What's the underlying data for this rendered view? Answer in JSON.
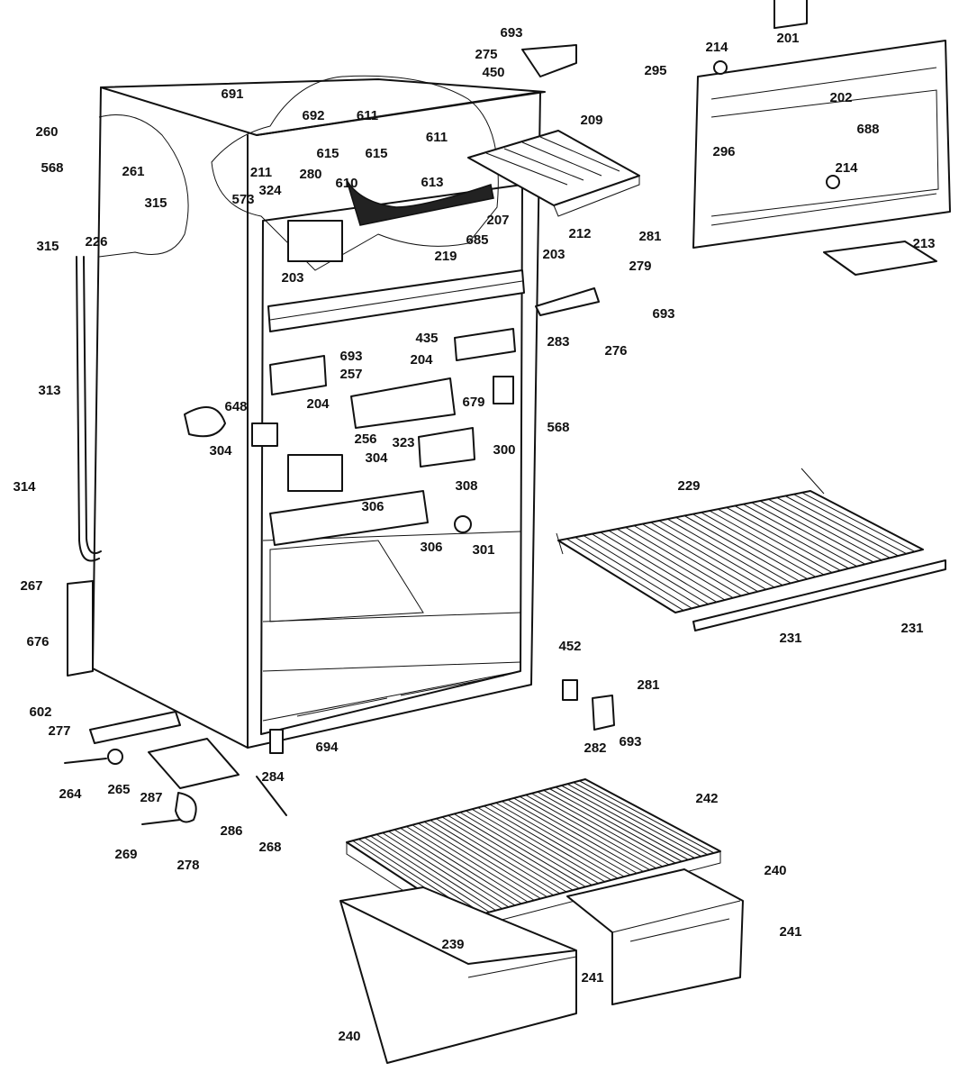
{
  "diagram_type": "exploded parts diagram",
  "labels": [
    "693",
    "275",
    "450",
    "295",
    "214",
    "201",
    "691",
    "692",
    "611",
    "611",
    "209",
    "202",
    "688",
    "296",
    "260",
    "568",
    "615",
    "615",
    "610",
    "613",
    "211",
    "280",
    "261",
    "315",
    "324",
    "573",
    "214",
    "207",
    "315",
    "226",
    "685",
    "212",
    "281",
    "213",
    "203",
    "219",
    "203",
    "279",
    "693",
    "283",
    "276",
    "693",
    "435",
    "204",
    "257",
    "204",
    "679",
    "313",
    "648",
    "568",
    "256",
    "323",
    "300",
    "304",
    "304",
    "308",
    "314",
    "306",
    "306",
    "301",
    "229",
    "267",
    "676",
    "452",
    "281",
    "231",
    "231",
    "602",
    "277",
    "694",
    "693",
    "282",
    "264",
    "265",
    "287",
    "242",
    "286",
    "284",
    "268",
    "269",
    "278",
    "240",
    "241",
    "239",
    "241",
    "240"
  ]
}
